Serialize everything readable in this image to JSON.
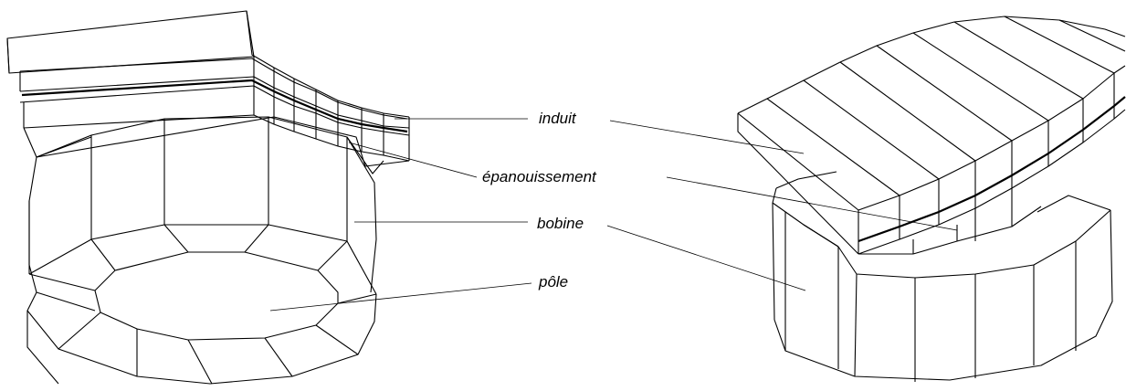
{
  "labels": {
    "induit": "induit",
    "epanouissement": "épanouissement",
    "bobine": "bobine",
    "pole": "pôle"
  }
}
